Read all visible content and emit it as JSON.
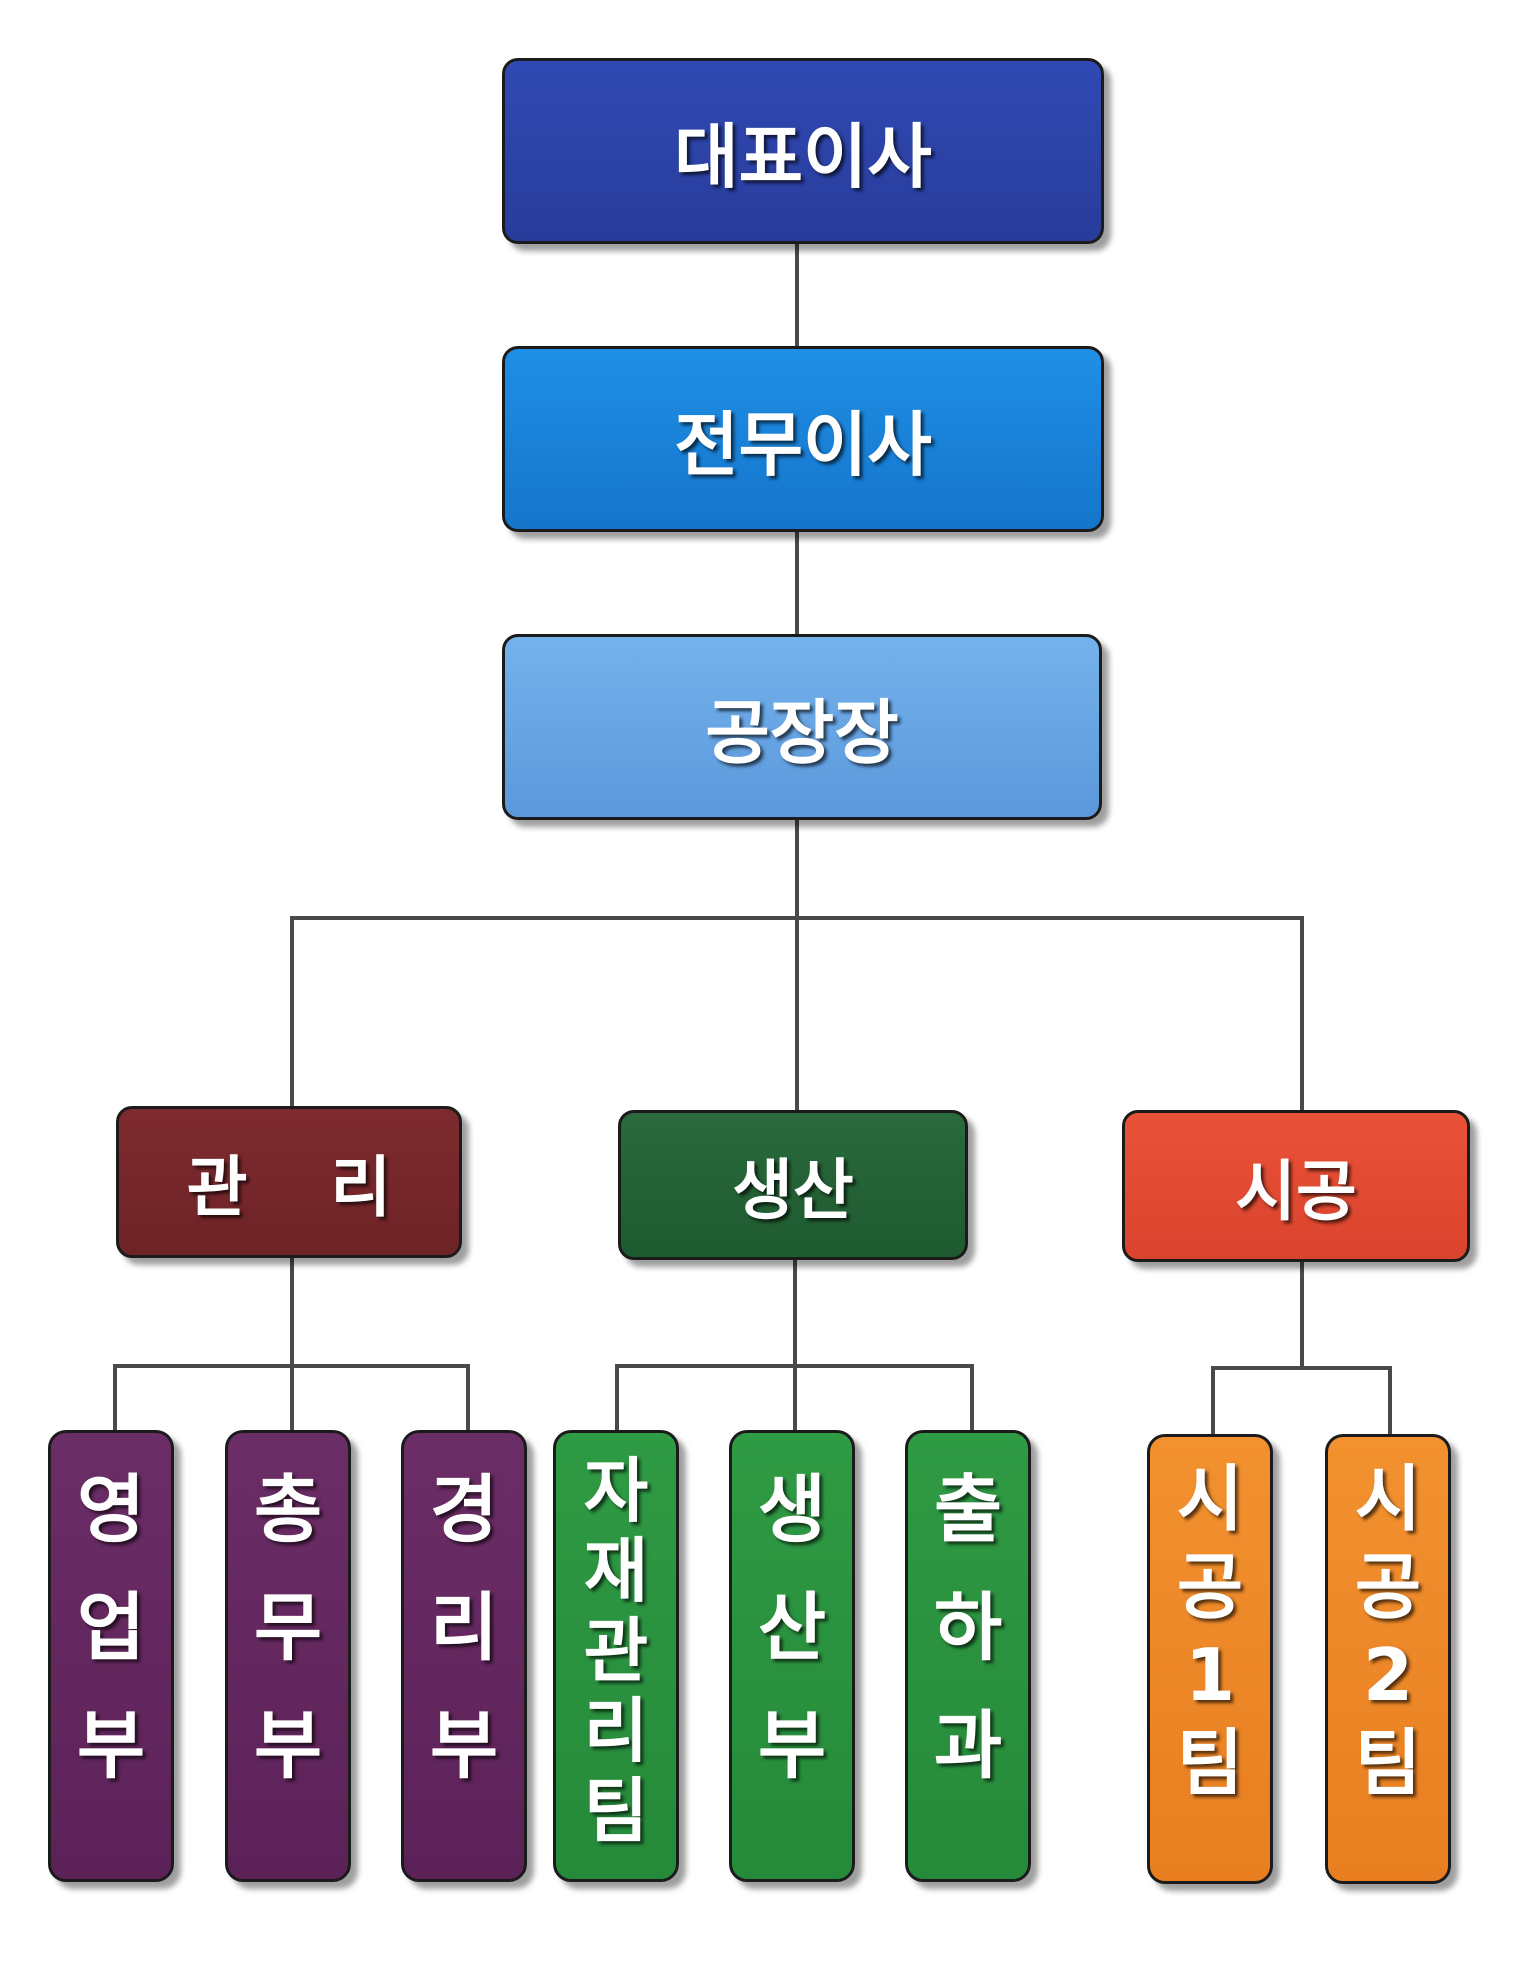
{
  "level1": {
    "label": "대표이사"
  },
  "level2": {
    "label": "전무이사"
  },
  "level3": {
    "label": "공장장"
  },
  "divisions": [
    {
      "label": "관 리",
      "color": "#7a2a2e",
      "departments": [
        {
          "label": "영업부"
        },
        {
          "label": "총무부"
        },
        {
          "label": "경리부"
        }
      ]
    },
    {
      "label": "생산",
      "color": "#266638",
      "departments": [
        {
          "label": "자재관리팀"
        },
        {
          "label": "생산부"
        },
        {
          "label": "출하과"
        }
      ]
    },
    {
      "label": "시공",
      "color": "#e44c33",
      "departments": [
        {
          "label": "시공1팀"
        },
        {
          "label": "시공2팀"
        }
      ]
    }
  ],
  "colors": {
    "level1": "#2c43a8",
    "level2": "#1a84db",
    "level3": "#66a5e5",
    "dept_admin": "#632860",
    "dept_production": "#2a9240",
    "dept_construction": "#ec8826",
    "connector": "#444444"
  }
}
